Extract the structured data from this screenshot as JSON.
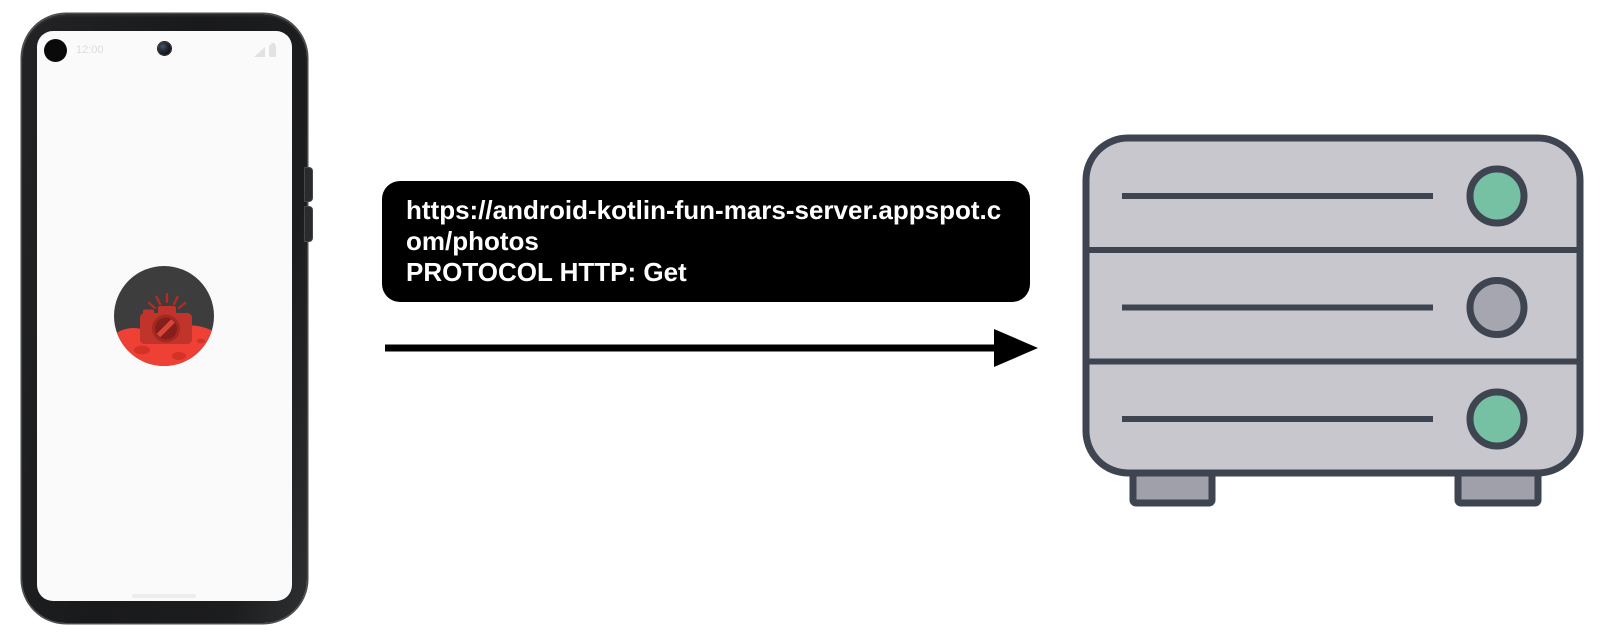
{
  "phone": {
    "status_bar": {
      "time": "12:00"
    },
    "app_icon": "mars-photos-camera-icon",
    "screen_color": "#fafafa",
    "bezel_color": "#1b1b1d"
  },
  "request_bubble": {
    "url": "https://android-kotlin-fun-mars-server.appspot.com/photos",
    "lines": [
      "https://android-kotlin-fun-mars-server.appspot.c",
      "om/photos",
      "PROTOCOL HTTP: Get"
    ],
    "bg_color": "#000000",
    "text_color": "#ffffff"
  },
  "arrow": {
    "icon": "right-arrow-icon",
    "direction": "right",
    "color": "#000000"
  },
  "server": {
    "icon": "server-rack-icon",
    "body_color": "#c7c7cd",
    "outline_color": "#3e4450",
    "led_colors": [
      "#76c1a3",
      "#a6a6b0",
      "#76c1a3"
    ],
    "foot_color": "#9fa0aa"
  },
  "app_icon_colors": {
    "background": "#3d3d3d",
    "planet": "#ee4035",
    "craters": "#d53227",
    "camera": "#c0342c"
  }
}
